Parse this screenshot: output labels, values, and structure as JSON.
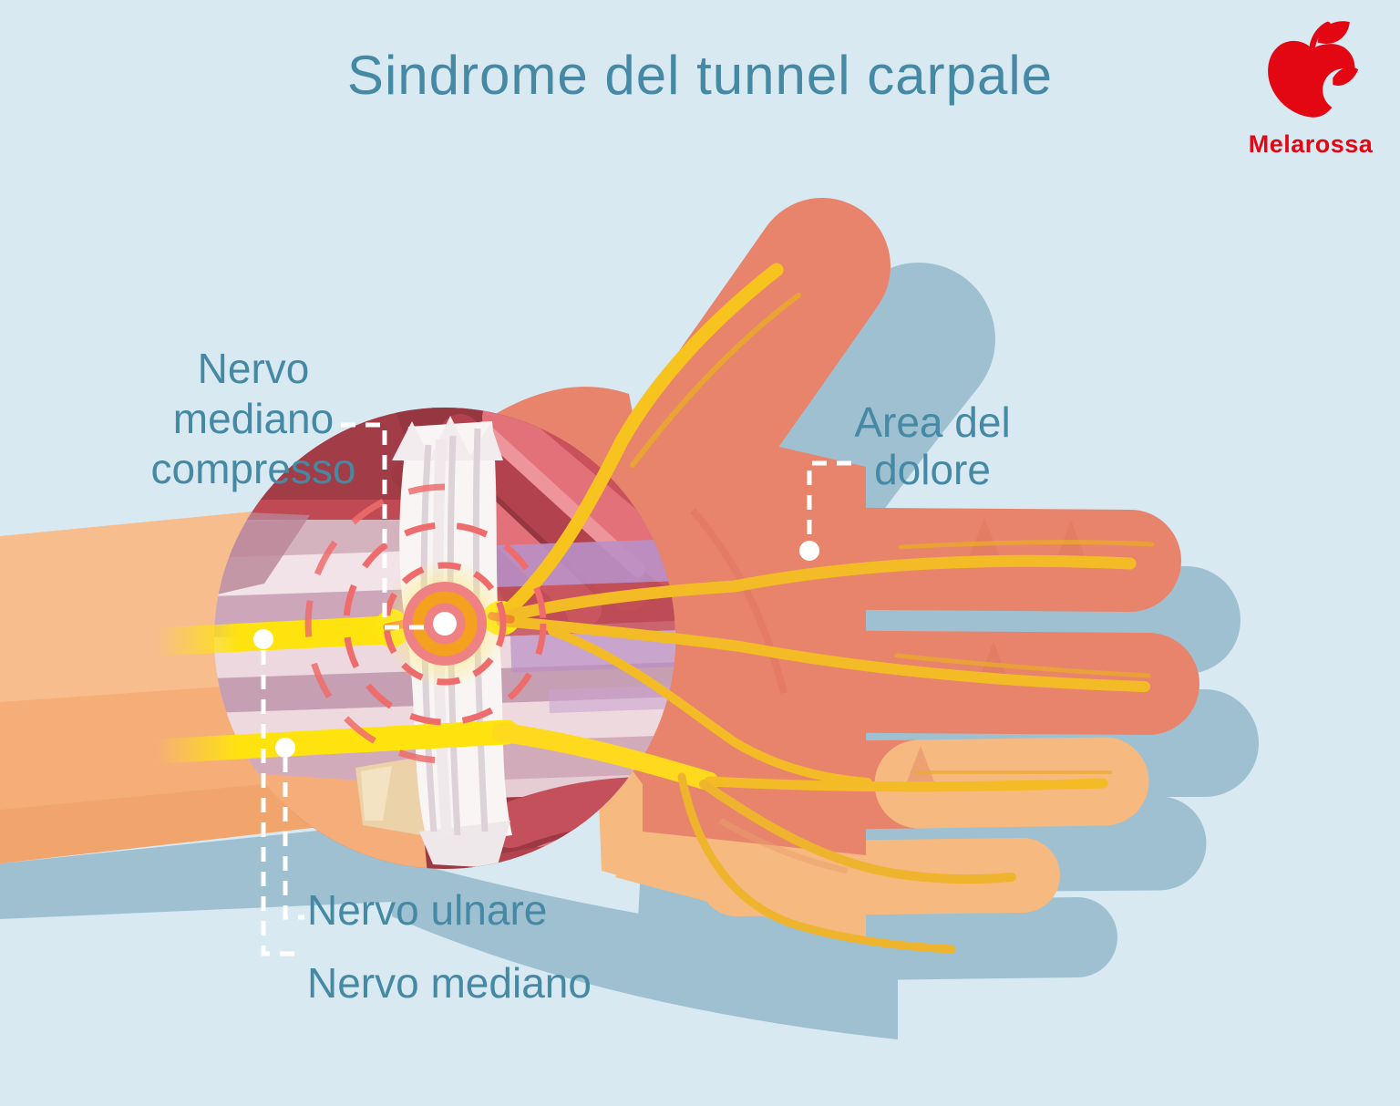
{
  "title": "Sindrome del tunnel carpale",
  "logo": {
    "name": "Melarossa",
    "icon": "apple-with-bite-icon",
    "brand_color": "#e30613"
  },
  "labels": {
    "compressed_median_nerve": {
      "text": "Nervo mediano compresso",
      "lines": [
        "Nervo",
        "mediano",
        "compresso"
      ]
    },
    "pain_area": {
      "text": "Area del dolore",
      "lines": [
        "Area del",
        "dolore"
      ]
    },
    "ulnar_nerve": {
      "text": "Nervo ulnare"
    },
    "median_nerve": {
      "text": "Nervo mediano"
    }
  },
  "figure": {
    "type": "anatomical-diagram",
    "subject": "palm-up hand and forearm with circular wrist cutaway showing carpal tunnel",
    "callouts": [
      "compressed median nerve target at carpal ligament",
      "pain area dot on palm",
      "median nerve dot on forearm",
      "ulnar nerve dot on forearm"
    ],
    "colors": {
      "background": "#d8e9f2",
      "label_text": "#4589a5",
      "skin": "#f6b97f",
      "skin_shade": "#f2a46d",
      "pain_area_skin": "#e8846b",
      "shadow": "#9fc0d1",
      "nerve_bright": "#ffe30e",
      "nerve_gold": "#efb42d",
      "muscle_red": "#c4505b",
      "muscle_dark": "#a23c46",
      "ligament_white": "#f9f5f4",
      "target_pink": "#ef8184",
      "target_orange": "#f3a11f",
      "dashed_ring_red": "#ee6c6c",
      "leader_line": "#ffffff"
    }
  }
}
